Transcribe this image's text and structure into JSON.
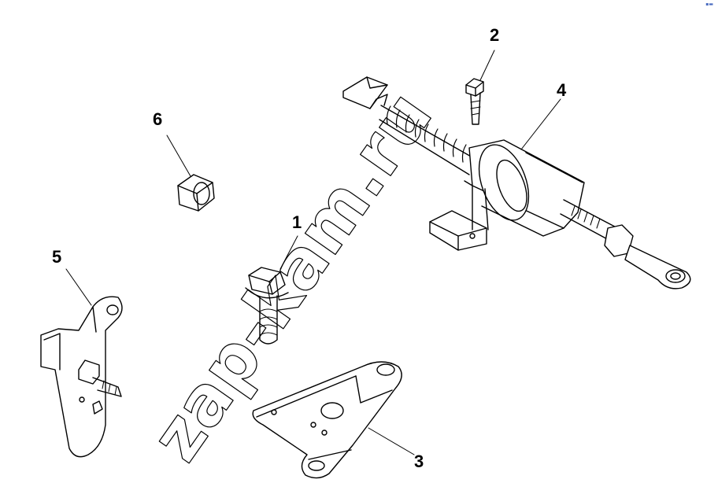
{
  "callouts": [
    {
      "id": "1",
      "label": "1"
    },
    {
      "id": "2",
      "label": "2"
    },
    {
      "id": "3",
      "label": "3"
    },
    {
      "id": "4",
      "label": "4"
    },
    {
      "id": "5",
      "label": "5"
    },
    {
      "id": "6",
      "label": "6"
    }
  ],
  "watermark": {
    "text": "zap-kam.ru"
  },
  "corner_mark": "▪▬",
  "colors": {
    "line": "#000000",
    "watermark_stroke": "#000000",
    "background": "#ffffff"
  }
}
